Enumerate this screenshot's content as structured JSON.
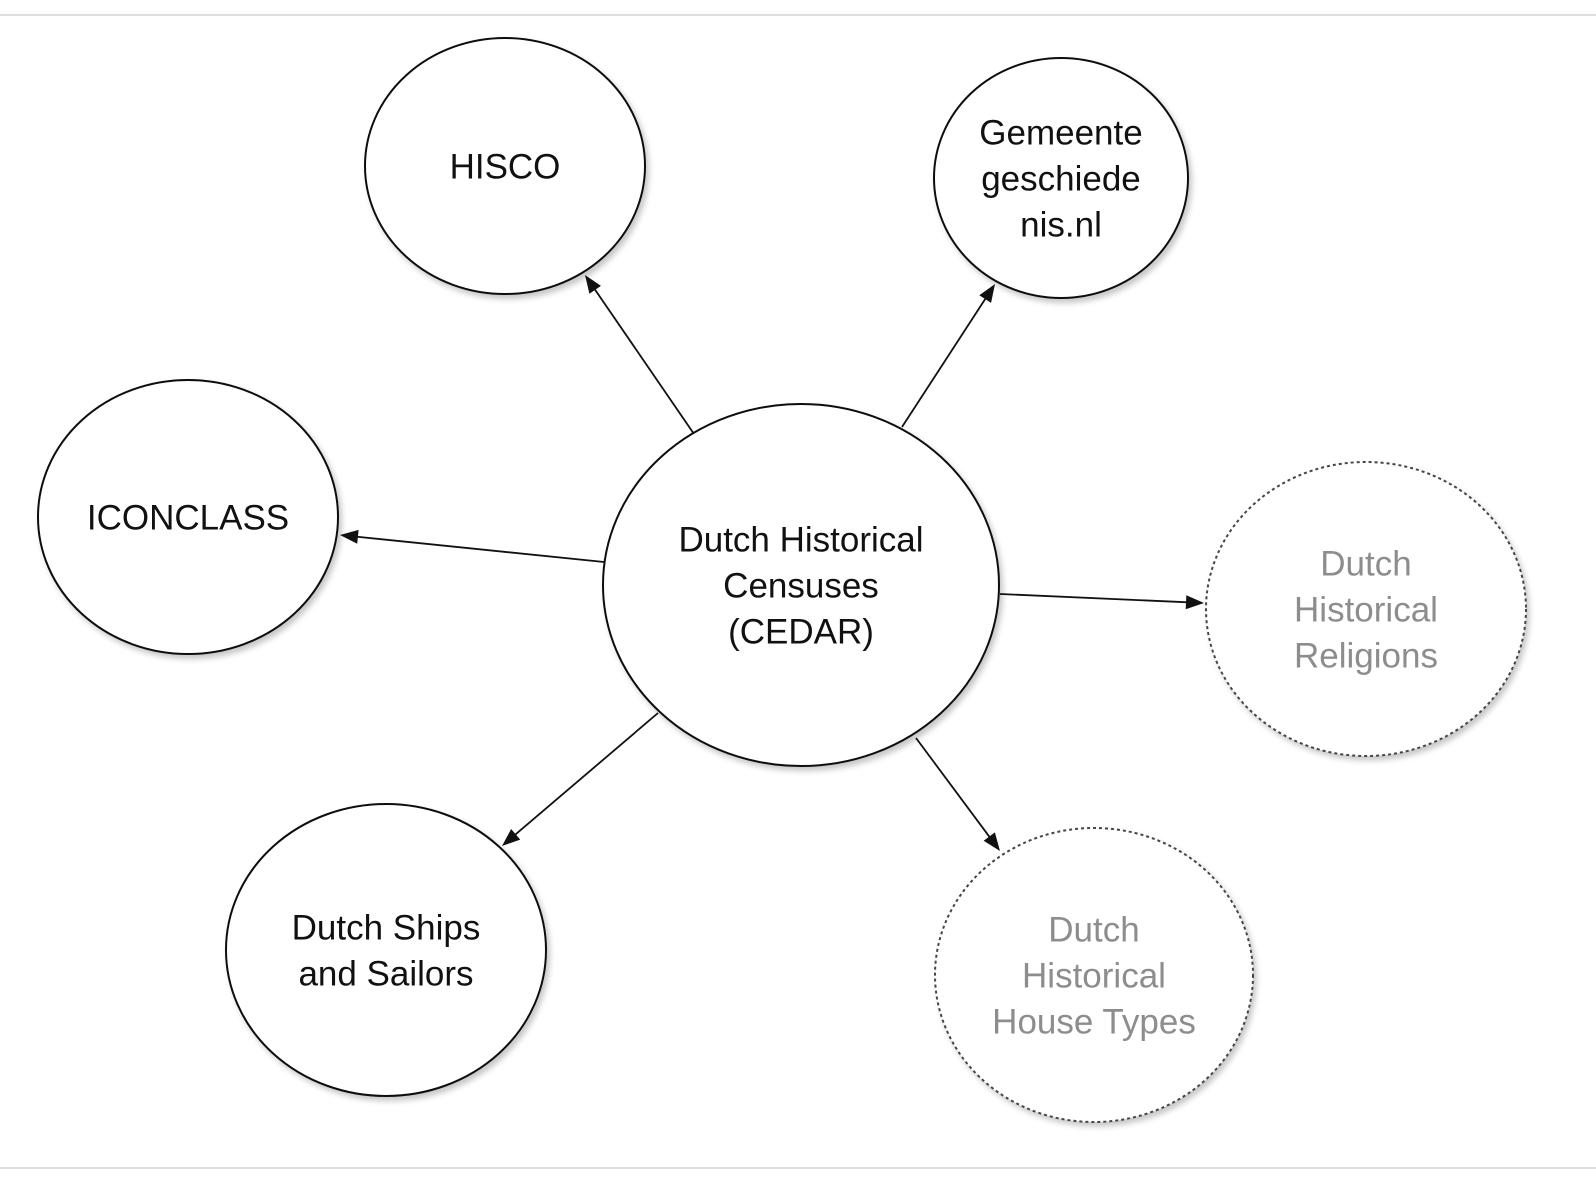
{
  "nodes": [
    {
      "id": "cedar",
      "lines": [
        "Dutch Historical",
        "Censuses",
        "(CEDAR)"
      ],
      "style": "solid"
    },
    {
      "id": "hisco",
      "lines": [
        "HISCO"
      ],
      "style": "solid"
    },
    {
      "id": "gemeente",
      "lines": [
        "Gemeente",
        "geschiede",
        "nis.nl"
      ],
      "style": "solid"
    },
    {
      "id": "iconclass",
      "lines": [
        "ICONCLASS"
      ],
      "style": "solid"
    },
    {
      "id": "religions",
      "lines": [
        "Dutch",
        "Historical",
        "Religions"
      ],
      "style": "dashed"
    },
    {
      "id": "ships",
      "lines": [
        "Dutch Ships",
        "and Sailors"
      ],
      "style": "solid"
    },
    {
      "id": "housetypes",
      "lines": [
        "Dutch",
        "Historical",
        "House Types"
      ],
      "style": "dashed"
    }
  ],
  "edges": [
    {
      "from": "cedar",
      "to": "hisco"
    },
    {
      "from": "cedar",
      "to": "gemeente"
    },
    {
      "from": "cedar",
      "to": "iconclass"
    },
    {
      "from": "cedar",
      "to": "religions"
    },
    {
      "from": "cedar",
      "to": "ships"
    },
    {
      "from": "cedar",
      "to": "housetypes"
    }
  ],
  "colors": {
    "stroke": "#111111",
    "text": "#111111",
    "muted_text": "#8d8d8d",
    "dashed_stroke": "#444444",
    "background": "#ffffff"
  }
}
